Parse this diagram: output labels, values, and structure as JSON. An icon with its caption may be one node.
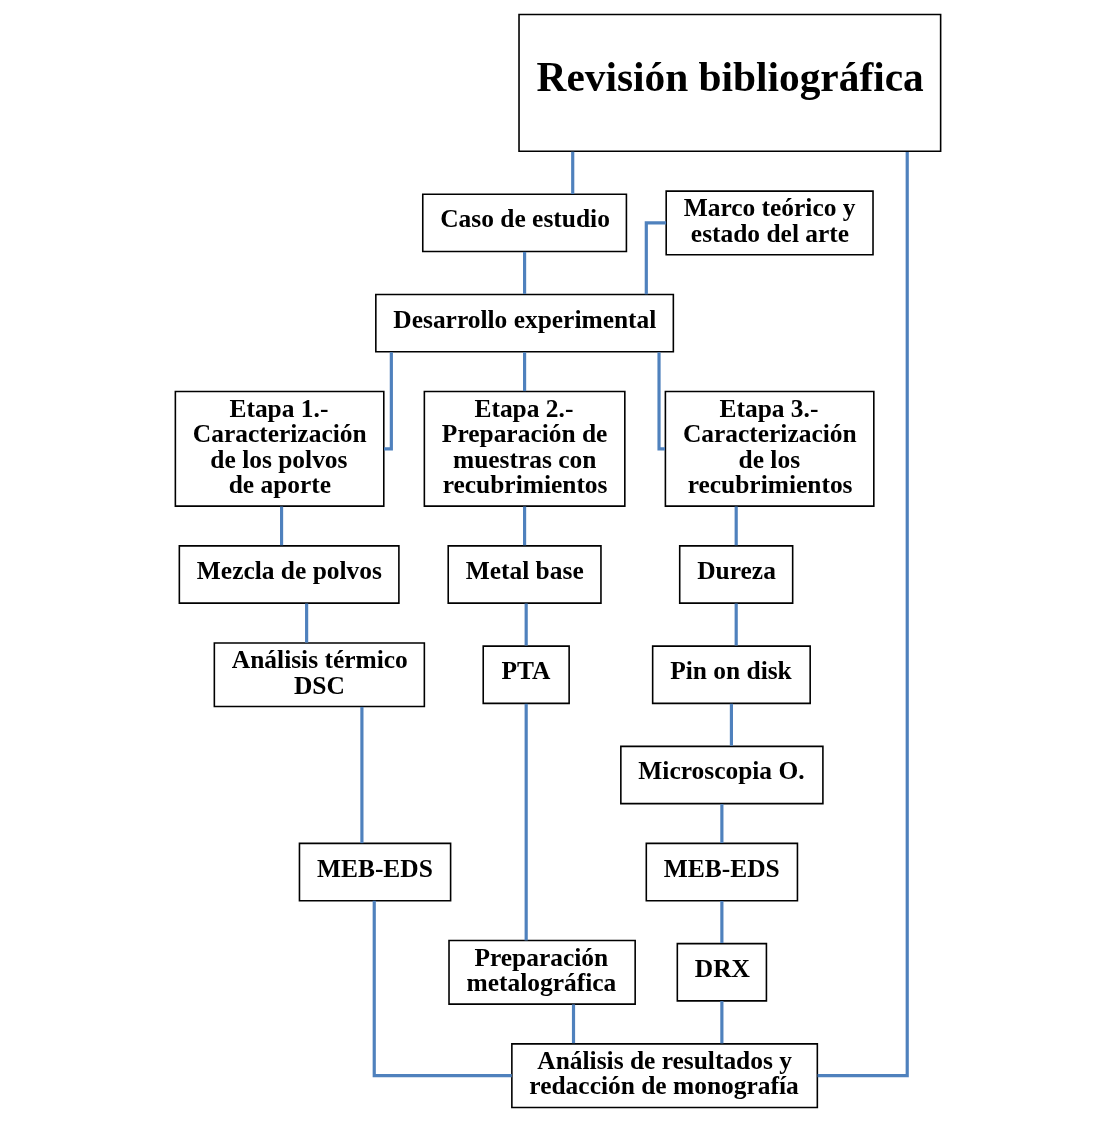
{
  "diagram": {
    "nodes": [
      {
        "text": [
          "Revisión bibliográfica"
        ]
      },
      {
        "text": [
          "Caso de estudio"
        ]
      },
      {
        "text": [
          "Marco teórico y estado del arte"
        ]
      },
      {
        "text": [
          "Desarrollo experimental"
        ]
      },
      {
        "text": [
          "Etapa 1.- Caracterización de los polvos de aporte"
        ]
      },
      {
        "text": [
          "Etapa 2.- Preparación de muestras con recubrimientos"
        ]
      },
      {
        "text": [
          "Etapa 3.- Caracterización de los recubrimientos"
        ]
      },
      {
        "text": [
          "Mezcla de polvos"
        ]
      },
      {
        "text": [
          "Análisis térmico DSC"
        ]
      },
      {
        "text": [
          "MEB-EDS"
        ]
      },
      {
        "text": [
          "Metal base"
        ]
      },
      {
        "text": [
          "PTA"
        ]
      },
      {
        "text": [
          "Preparación metalográfica"
        ]
      },
      {
        "text": [
          "Dureza"
        ]
      },
      {
        "text": [
          "Pin on disk"
        ]
      },
      {
        "text": [
          "Microscopia O."
        ]
      },
      {
        "text": [
          "MEB-EDS"
        ]
      },
      {
        "text": [
          "DRX"
        ]
      },
      {
        "text": [
          "Análisis de resultados y redacción de monografía"
        ]
      }
    ],
    "edges": [
      {
        "from": 0,
        "to": 1,
        "arrow": "none"
      },
      {
        "from": 1,
        "to": 3,
        "arrow": "none"
      },
      {
        "from": 2,
        "to": 3,
        "arrow": "none"
      },
      {
        "from": 3,
        "to": 4,
        "arrow": "none"
      },
      {
        "from": 3,
        "to": 5,
        "arrow": "none"
      },
      {
        "from": 3,
        "to": 6,
        "arrow": "none"
      },
      {
        "from": 4,
        "to": 7,
        "arrow": "none"
      },
      {
        "from": 7,
        "to": 8,
        "arrow": "none"
      },
      {
        "from": 8,
        "to": 9,
        "arrow": "none"
      },
      {
        "from": 5,
        "to": 10,
        "arrow": "none"
      },
      {
        "from": 10,
        "to": 11,
        "arrow": "none"
      },
      {
        "from": 11,
        "to": 12,
        "arrow": "none"
      },
      {
        "from": 6,
        "to": 13,
        "arrow": "none"
      },
      {
        "from": 13,
        "to": 14,
        "arrow": "none"
      },
      {
        "from": 14,
        "to": 15,
        "arrow": "none"
      },
      {
        "from": 15,
        "to": 16,
        "arrow": "none"
      },
      {
        "from": 16,
        "to": 17,
        "arrow": "none"
      },
      {
        "from": 9,
        "to": 18,
        "arrow": "none"
      },
      {
        "from": 12,
        "to": 18,
        "arrow": "none"
      },
      {
        "from": 17,
        "to": 18,
        "arrow": "none"
      },
      {
        "from": 0,
        "to": 18,
        "arrow": "none"
      }
    ]
  }
}
